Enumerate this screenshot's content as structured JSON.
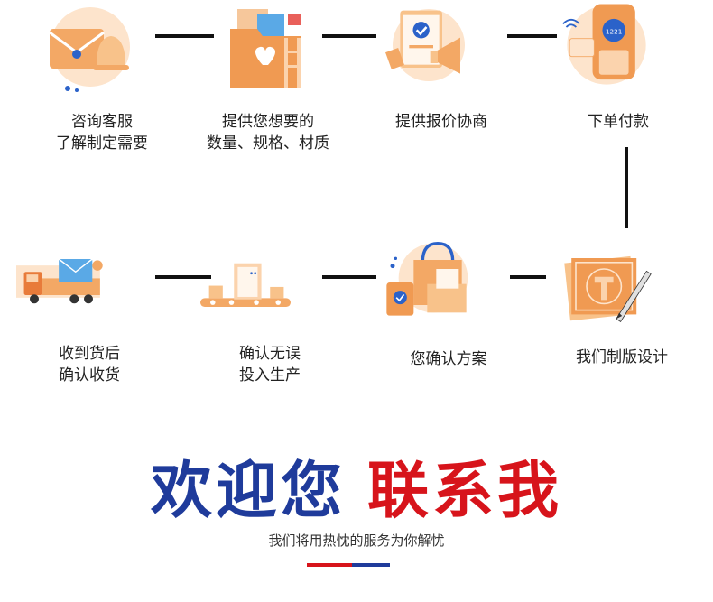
{
  "steps": [
    {
      "icon": "envelope-bell-icon",
      "line1": "咨询客服",
      "line2": "了解制定需要"
    },
    {
      "icon": "folder-files-icon",
      "line1": "提供您想要的",
      "line2": "数量、规格、材质"
    },
    {
      "icon": "clipboard-megaphone-icon",
      "line1": "提供报价协商",
      "line2": ""
    },
    {
      "icon": "payment-terminal-icon",
      "line1": "下单付款",
      "line2": ""
    },
    {
      "icon": "design-plans-pencil-icon",
      "line1": "我们制版设计",
      "line2": ""
    },
    {
      "icon": "shopping-bag-box-icon",
      "line1": "您确认方案",
      "line2": ""
    },
    {
      "icon": "production-machine-icon",
      "line1": "确认无误",
      "line2": "投入生产"
    },
    {
      "icon": "delivery-truck-icon",
      "line1": "收到货后",
      "line2": "确认收货"
    }
  ],
  "headline": {
    "blue": "欢迎您",
    "red": "联系我"
  },
  "subtitle": "我们将用热忱的服务为你解忧",
  "colors": {
    "blue": "#1f3b9b",
    "red": "#d7141b",
    "orange": "#f09a52",
    "light_orange": "#fbd3ad"
  }
}
